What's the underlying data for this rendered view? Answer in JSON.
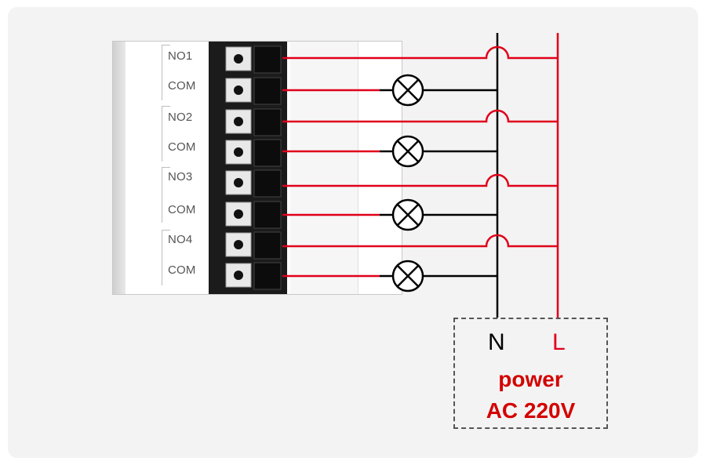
{
  "terminals": [
    {
      "label": "NO1"
    },
    {
      "label": "COM"
    },
    {
      "label": "NO2"
    },
    {
      "label": "COM"
    },
    {
      "label": "NO3"
    },
    {
      "label": "COM"
    },
    {
      "label": "NO4"
    },
    {
      "label": "COM"
    }
  ],
  "power": {
    "neutral_label": "N",
    "live_label": "L",
    "title": "power",
    "voltage": "AC 220V"
  },
  "colors": {
    "live_wire": "#e0001a",
    "neutral_wire": "#000000",
    "power_text": "#d40000"
  },
  "icons": {
    "lamp": "lamp-symbol-icon",
    "crossover": "wire-crossover-hop"
  }
}
